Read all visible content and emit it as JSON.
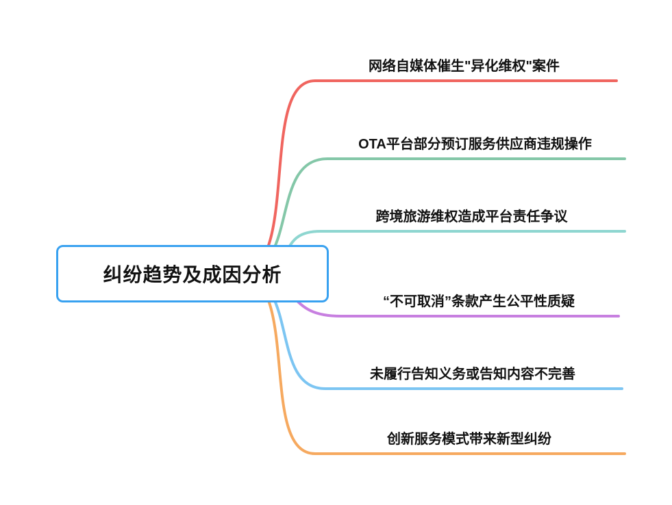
{
  "diagram": {
    "type": "mindmap",
    "direction": "right",
    "center": {
      "label": "纠纷趋势及成因分析",
      "border_color": "#38a1f0",
      "fill_color": "#ffffff",
      "text_color": "#111111"
    },
    "branches": [
      {
        "label": "网络自媒体催生\"异化维权\"案件",
        "color": "#f0655f"
      },
      {
        "label": "OTA平台部分预订服务供应商违规操作",
        "color": "#84c7a8"
      },
      {
        "label": "跨境旅游维权造成平台责任争议",
        "color": "#8ed6d0"
      },
      {
        "label": "“不可取消”条款产生公平性质疑",
        "color": "#c77fe0"
      },
      {
        "label": "未履行告知义务或告知内容不完善",
        "color": "#7cc5f2"
      },
      {
        "label": "创新服务模式带来新型纠纷",
        "color": "#f6a95f"
      }
    ]
  }
}
